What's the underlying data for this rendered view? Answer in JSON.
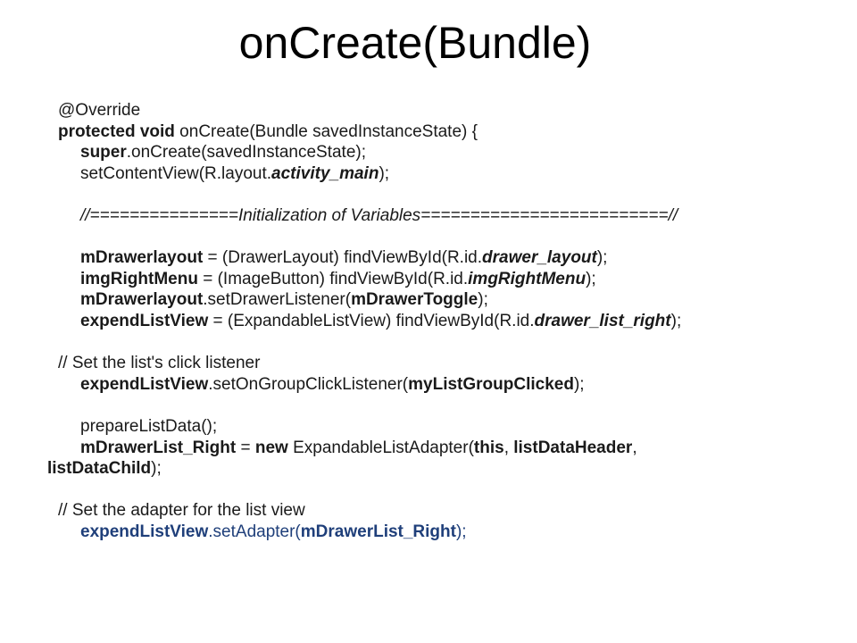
{
  "slide": {
    "title": "onCreate(Bundle)"
  },
  "code": {
    "l01": {
      "a": "@Override"
    },
    "l02": {
      "kw": "protected void",
      "rest": " onCreate(Bundle savedInstanceState) {"
    },
    "l03": {
      "kw": "super",
      "rest": ".onCreate(savedInstanceState);"
    },
    "l04": {
      "a": "setContentView(R.layout.",
      "id": "activity_main",
      "b": ");"
    },
    "l05": {
      "comment": "//===============Initialization of Variables=========================//"
    },
    "l06": {
      "v": "mDrawerlayout",
      "a": " = (DrawerLayout) findViewById(R.id.",
      "id": "drawer_layout",
      "b": ");"
    },
    "l07": {
      "v": "imgRightMenu",
      "a": " = (ImageButton) findViewById(R.id.",
      "id": "imgRightMenu",
      "b": ");"
    },
    "l08": {
      "v": "mDrawerlayout",
      "a": ".setDrawerListener(",
      "v2": "mDrawerToggle",
      "b": ");"
    },
    "l09": {
      "v": "expendListView",
      "a": " = (ExpandableListView) findViewById(R.id.",
      "id": "drawer_list_right",
      "b": ");"
    },
    "l10": {
      "comment": "// Set the list's click listener"
    },
    "l11": {
      "v": "expendListView",
      "a": ".setOnGroupClickListener(",
      "v2": "myListGroupClicked",
      "b": ");"
    },
    "l12": {
      "a": "prepareListData();"
    },
    "l13": {
      "v": "mDrawerList_Right",
      "a": " = ",
      "kw": "new",
      "b": " ExpandableListAdapter(",
      "kw2": "this",
      "c": ", ",
      "v2": "listDataHeader",
      "d": ","
    },
    "l14": {
      "v": "listDataChild",
      "a": ");"
    },
    "l15": {
      "comment": "// Set the adapter for the list view"
    },
    "l16": {
      "v": "expendListView",
      "a": ".setAdapter(",
      "v2": "mDrawerList_Right",
      "b": ");"
    }
  }
}
